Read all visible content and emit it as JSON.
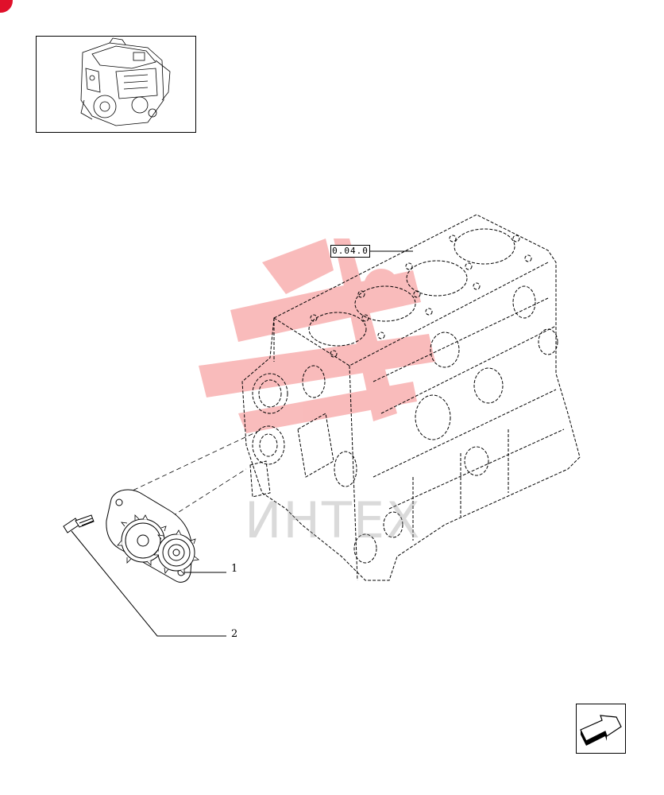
{
  "reference_label": "0.04.0",
  "callouts": [
    {
      "number": "1",
      "name": "oil-pump"
    },
    {
      "number": "2",
      "name": "bolt"
    }
  ],
  "watermark_text": "ИНТЕХ",
  "colors": {
    "corner_mark": "#e0102a",
    "watermark_logo": "#f26b6b",
    "line": "#000000"
  },
  "icons": {
    "nav": "next-page-arrow-icon",
    "thumbnail": "engine-thumbnail-icon"
  }
}
